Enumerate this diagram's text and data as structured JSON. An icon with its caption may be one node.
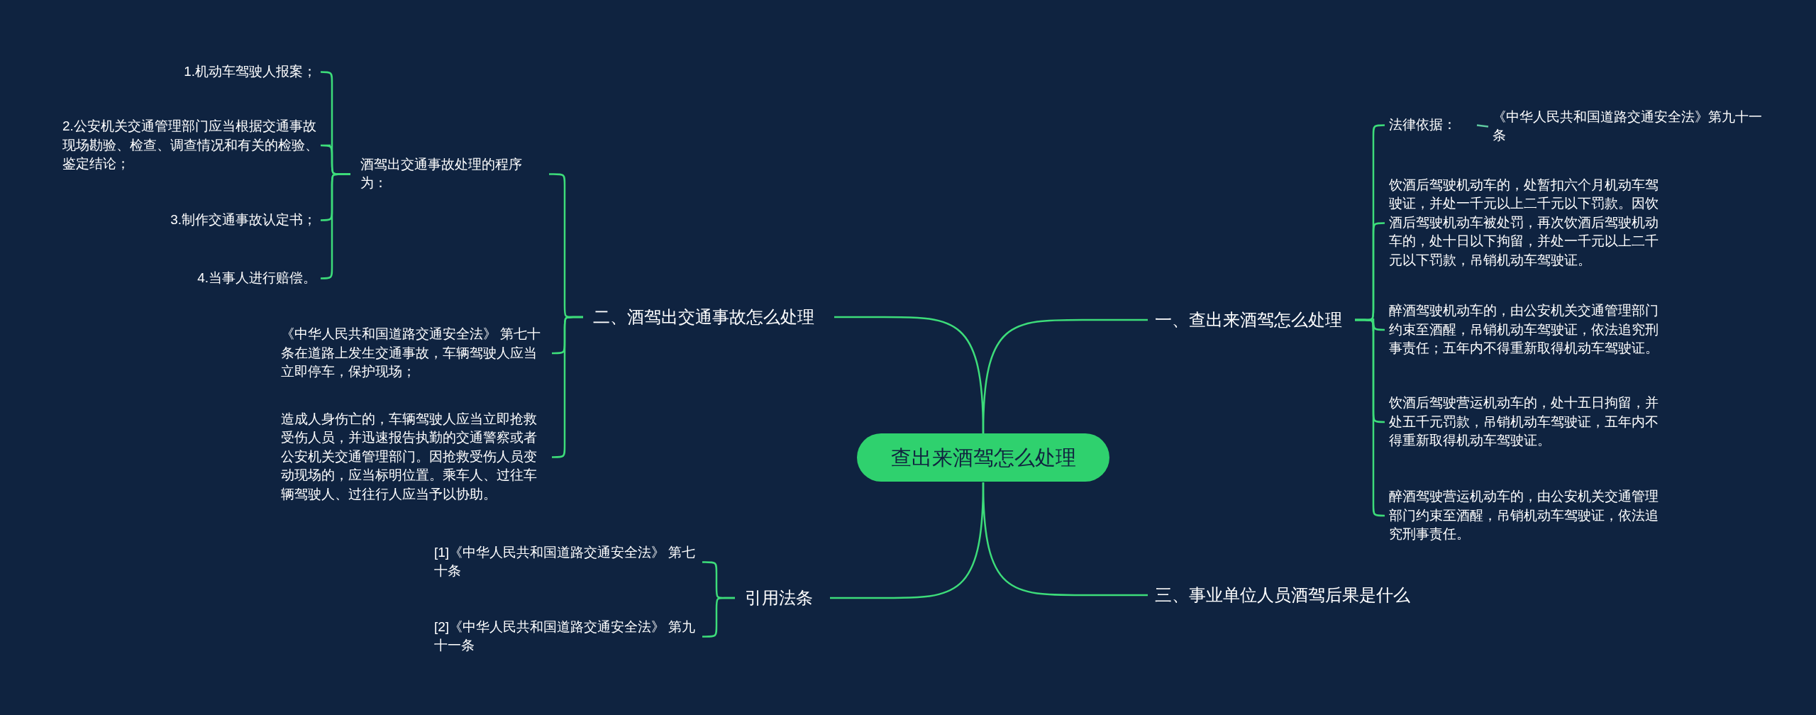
{
  "diagram": {
    "nodes": [
      {
        "text": [
          "查出来酒驾怎么处理"
        ]
      },
      {
        "text": [
          "一、查出来酒驾怎么处理"
        ]
      },
      {
        "text": [
          "法律依据："
        ]
      },
      {
        "text": [
          "《中华人民共和国道路交通安全法》第九十一条"
        ]
      },
      {
        "text": [
          "饮酒后驾驶机动车的，处暂扣六个月机动车驾驶证，并处一千元以上二千元以下罚款。因饮酒后驾驶机动车被处罚，再次饮酒后驾驶机动车的，处十日以下拘留，并处一千元以上二千元以下罚款，吊销机动车驾驶证。"
        ]
      },
      {
        "text": [
          "醉酒驾驶机动车的，由公安机关交通管理部门约束至酒醒，吊销机动车驾驶证，依法追究刑事责任；五年内不得重新取得机动车驾驶证。"
        ]
      },
      {
        "text": [
          "饮酒后驾驶营运机动车的，处十五日拘留，并处五千元罚款，吊销机动车驾驶证，五年内不得重新取得机动车驾驶证。"
        ]
      },
      {
        "text": [
          "醉酒驾驶营运机动车的，由公安机关交通管理部门约束至酒醒，吊销机动车驾驶证，依法追究刑事责任。"
        ]
      },
      {
        "text": [
          "二、酒驾出交通事故怎么处理"
        ]
      },
      {
        "text": [
          "酒驾出交通事故处理的程序为："
        ]
      },
      {
        "text": [
          "1.机动车驾驶人报案；"
        ]
      },
      {
        "text": [
          "2.公安机关交通管理部门应当根据交通事故现场勘验、检查、调查情况和有关的检验、鉴定结论；"
        ]
      },
      {
        "text": [
          "3.制作交通事故认定书；"
        ]
      },
      {
        "text": [
          "4.当事人进行赔偿。"
        ]
      },
      {
        "text": [
          "《中华人民共和国道路交通安全法》 第七十条在道路上发生交通事故，车辆驾驶人应当立即停车，保护现场；"
        ]
      },
      {
        "text": [
          "造成人身伤亡的，车辆驾驶人应当立即抢救受伤人员，并迅速报告执勤的交通警察或者公安机关交通管理部门。因抢救受伤人员变动现场的，应当标明位置。乘车人、过往车辆驾驶人、过往行人应当予以协助。"
        ]
      },
      {
        "text": [
          "引用法条"
        ]
      },
      {
        "text": [
          "[1]《中华人民共和国道路交通安全法》 第七十条"
        ]
      },
      {
        "text": [
          "[2]《中华人民共和国道路交通安全法》 第九十一条"
        ]
      },
      {
        "text": [
          "三、事业单位人员酒驾后果是什么"
        ]
      }
    ],
    "edges": [
      {
        "from": 0,
        "to": 1,
        "arrow": "none"
      },
      {
        "from": 0,
        "to": 8,
        "arrow": "none"
      },
      {
        "from": 0,
        "to": 16,
        "arrow": "none"
      },
      {
        "from": 0,
        "to": 19,
        "arrow": "none"
      },
      {
        "from": 1,
        "to": 2,
        "arrow": "none"
      },
      {
        "from": 1,
        "to": 4,
        "arrow": "none"
      },
      {
        "from": 1,
        "to": 5,
        "arrow": "none"
      },
      {
        "from": 1,
        "to": 6,
        "arrow": "none"
      },
      {
        "from": 1,
        "to": 7,
        "arrow": "none"
      },
      {
        "from": 2,
        "to": 3,
        "arrow": "none",
        "color": "#5fc9a0"
      },
      {
        "from": 8,
        "to": 9,
        "arrow": "none"
      },
      {
        "from": 8,
        "to": 14,
        "arrow": "none"
      },
      {
        "from": 8,
        "to": 15,
        "arrow": "none"
      },
      {
        "from": 9,
        "to": 10,
        "arrow": "none"
      },
      {
        "from": 9,
        "to": 11,
        "arrow": "none"
      },
      {
        "from": 9,
        "to": 12,
        "arrow": "none"
      },
      {
        "from": 9,
        "to": 13,
        "arrow": "none"
      },
      {
        "from": 16,
        "to": 17,
        "arrow": "none"
      },
      {
        "from": 16,
        "to": 18,
        "arrow": "none"
      }
    ]
  }
}
